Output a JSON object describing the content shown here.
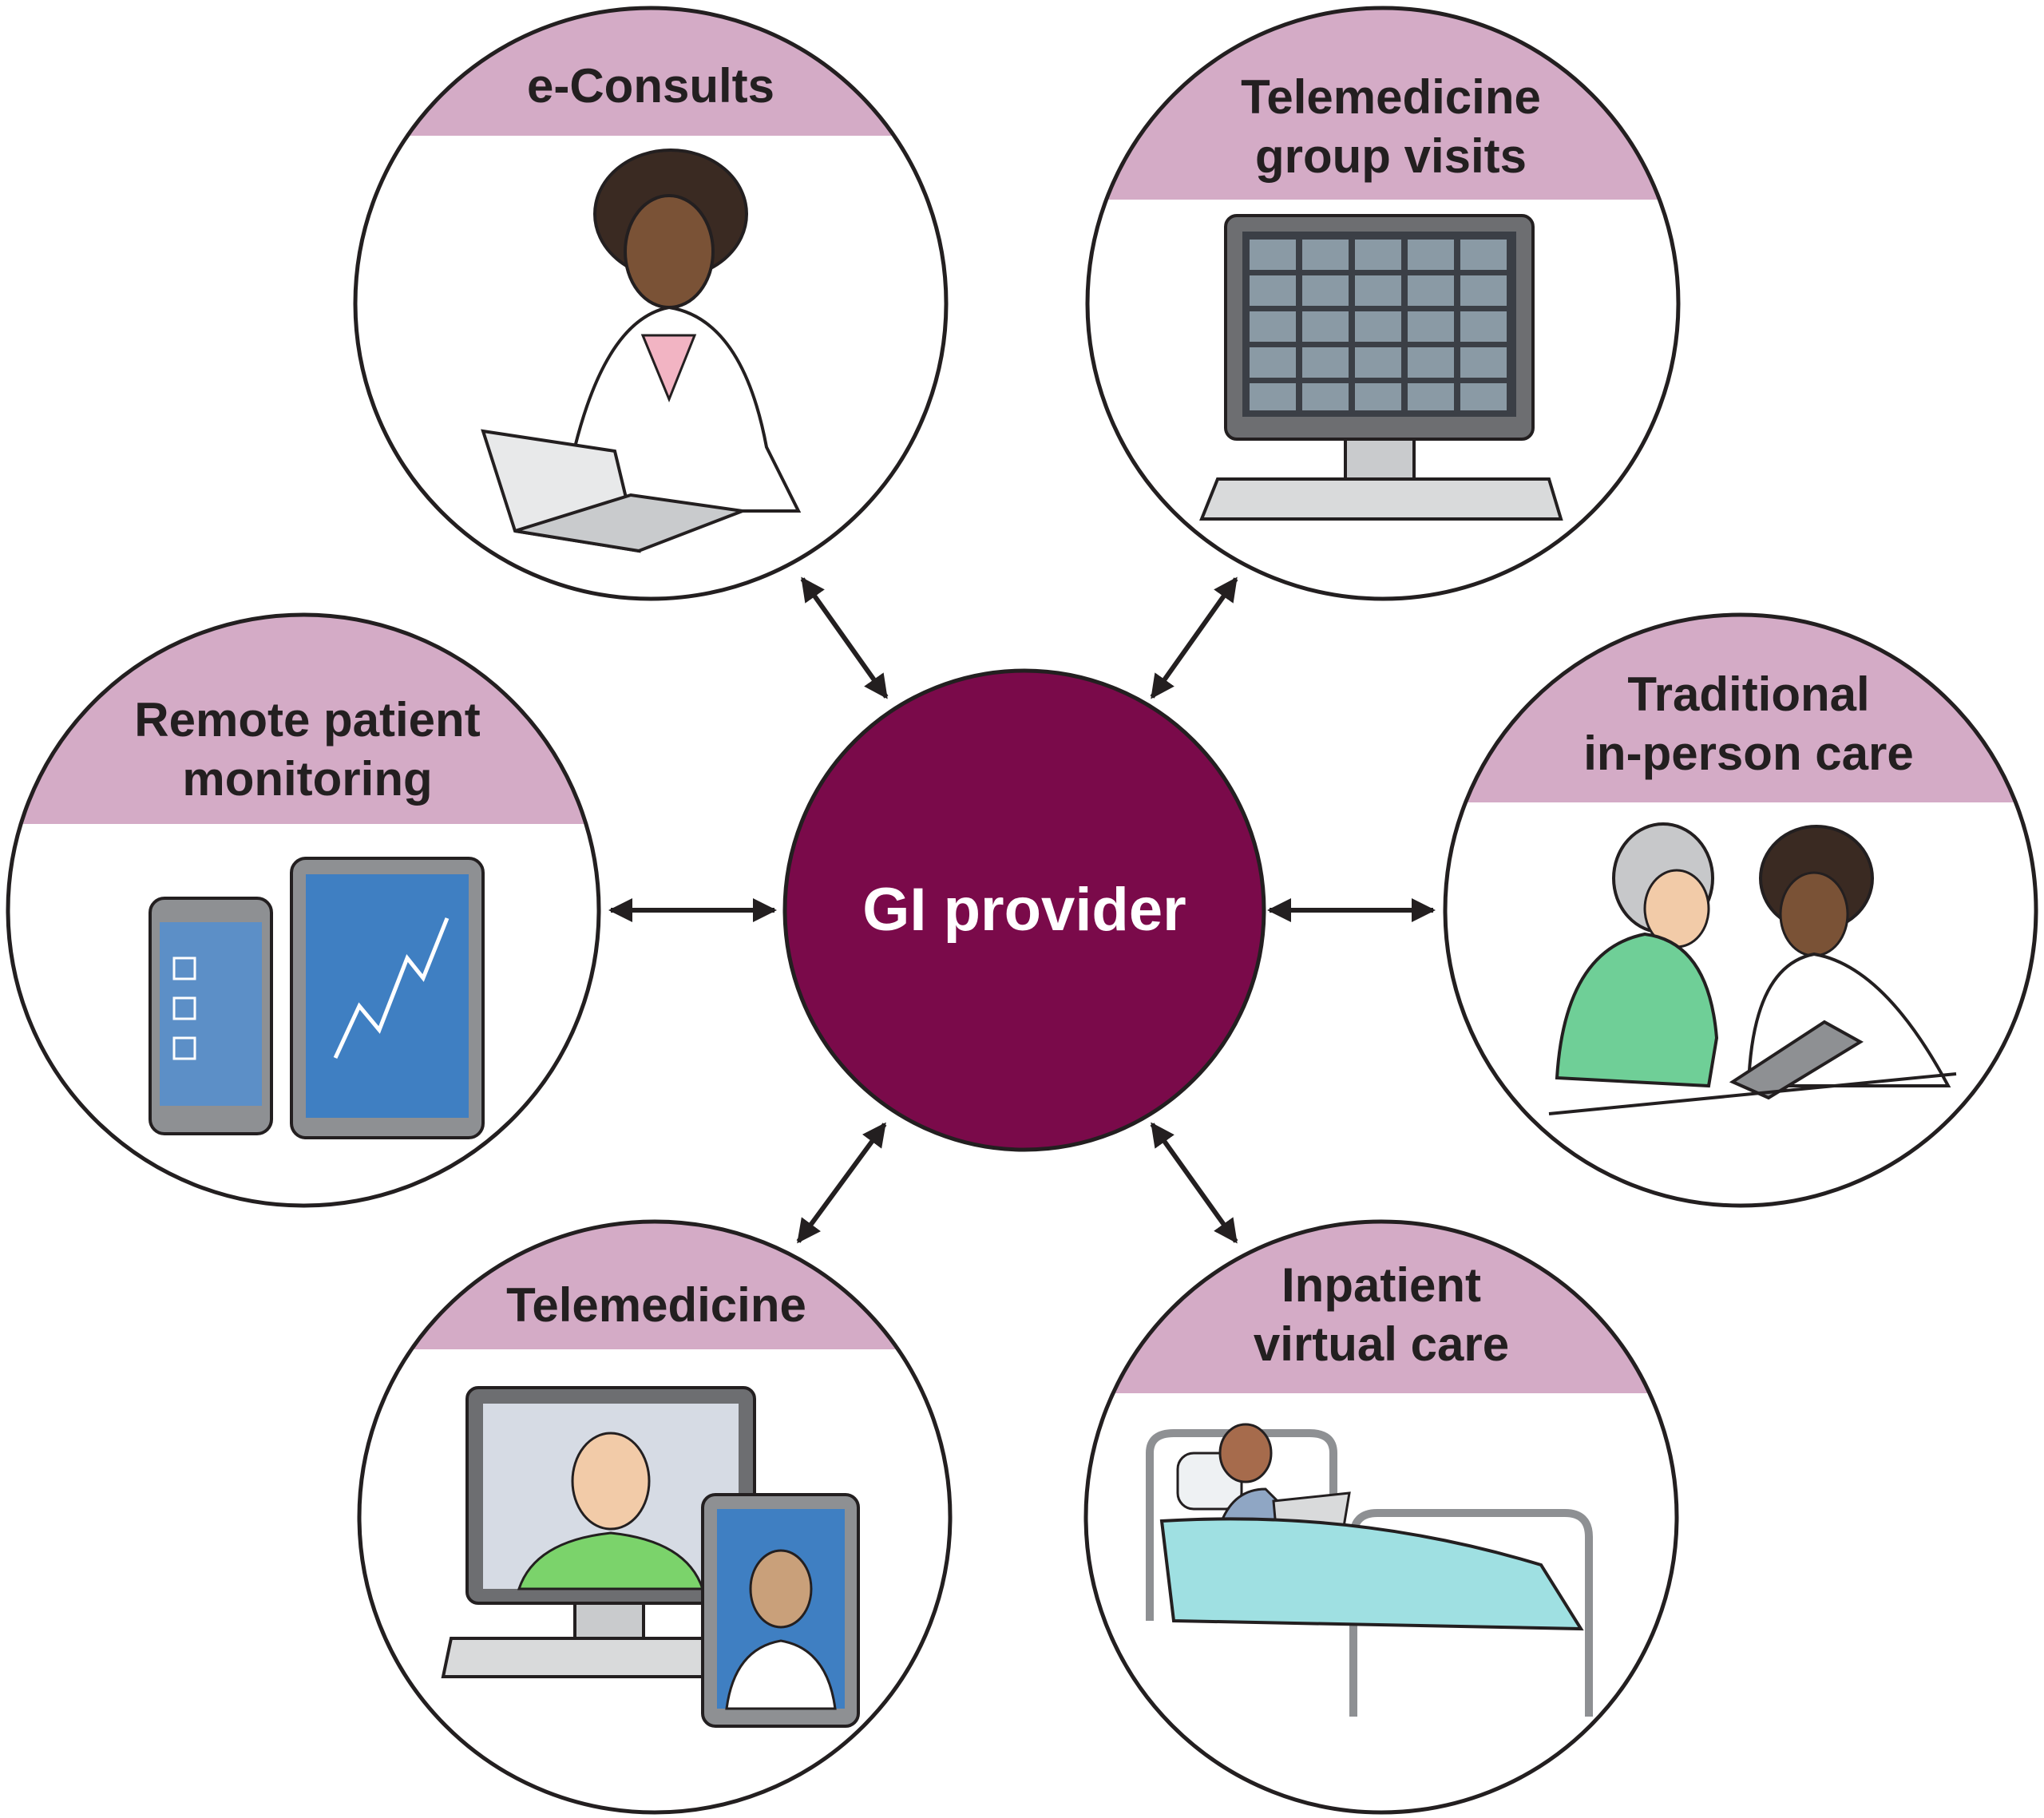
{
  "center": {
    "label": "GI provider",
    "fill": "#7a0a4a"
  },
  "nodes": [
    {
      "id": "e-consults",
      "lines": [
        "e-Consults"
      ],
      "icon": "doctor-laptop-icon"
    },
    {
      "id": "telemedicine-group-visits",
      "lines": [
        "Telemedicine",
        "group visits"
      ],
      "icon": "video-conference-monitor-icon"
    },
    {
      "id": "traditional-in-person-care",
      "lines": [
        "Traditional",
        "in-person care"
      ],
      "icon": "doctor-patient-icon"
    },
    {
      "id": "inpatient-virtual-care",
      "lines": [
        "Inpatient",
        "virtual care"
      ],
      "icon": "hospital-bed-laptop-icon"
    },
    {
      "id": "telemedicine",
      "lines": [
        "Telemedicine"
      ],
      "icon": "video-call-devices-icon"
    },
    {
      "id": "remote-patient-monitoring",
      "lines": [
        "Remote patient",
        "monitoring"
      ],
      "icon": "phone-tablet-chart-icon"
    }
  ],
  "colors": {
    "band": "#d4abc6",
    "outline": "#231f20",
    "accent": "#7a0a4a"
  }
}
